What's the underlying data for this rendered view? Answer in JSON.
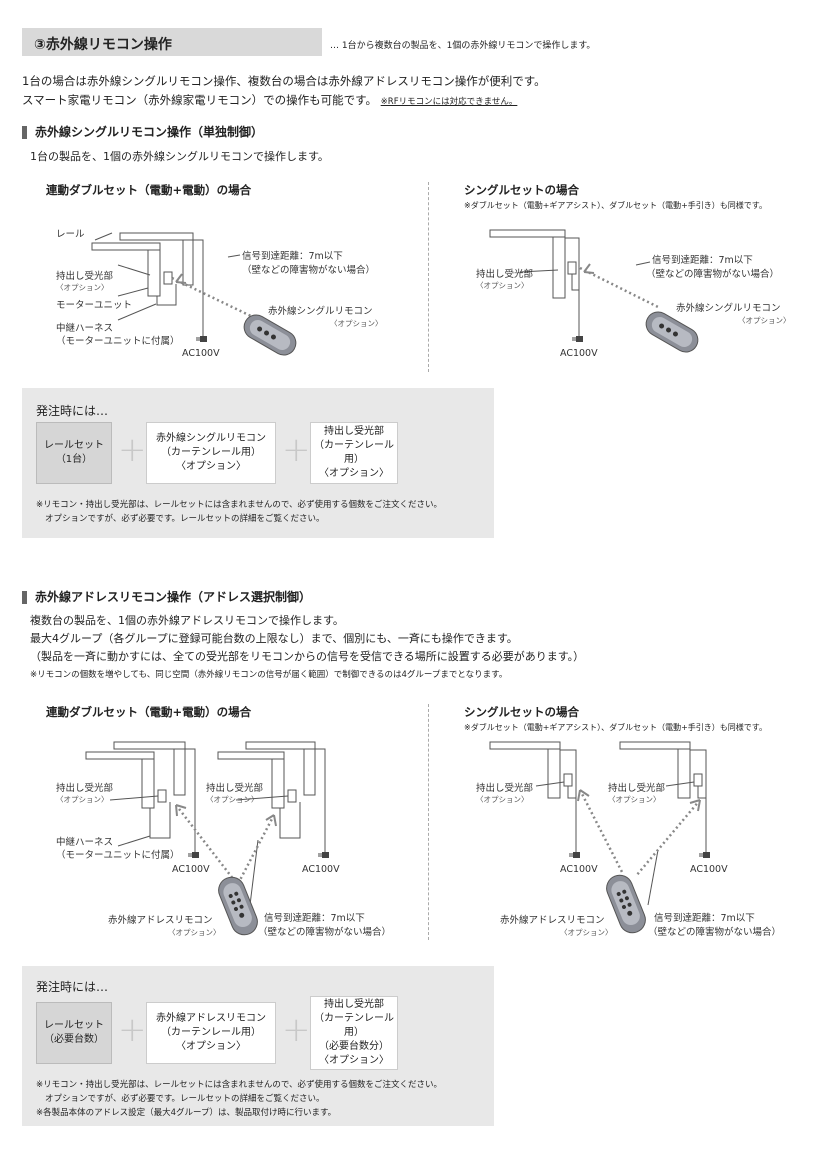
{
  "header": {
    "title": "③赤外線リモコン操作",
    "note": "… 1台から複数台の製品を、1個の赤外線リモコンで操作します。"
  },
  "intro": {
    "line1": "1台の場合は赤外線シングルリモコン操作、複数台の場合は赤外線アドレスリモコン操作が便利です。",
    "line2": "スマート家電リモコン（赤外線家電リモコン）での操作も可能です。",
    "line2_note": "※RFリモコンには対応できません。"
  },
  "single_section": {
    "title": "赤外線シングルリモコン操作（単独制御）",
    "desc": "1台の製品を、1個の赤外線シングルリモコンで操作します。",
    "left": {
      "title": "連動ダブルセット（電動+電動）の場合",
      "rail": "レール",
      "receiver": "持出し受光部",
      "receiver_opt": "〈オプション〉",
      "motor": "モーターユニット",
      "harness1": "中継ハーネス",
      "harness2": "（モーターユニットに付属）",
      "ac": "AC100V",
      "distance1": "信号到達距離：7m以下",
      "distance2": "（壁などの障害物がない場合）",
      "remote": "赤外線シングルリモコン",
      "remote_opt": "〈オプション〉"
    },
    "right": {
      "title": "シングルセットの場合",
      "note": "※ダブルセット（電動+ギアアシスト）、ダブルセット（電動+手引き）も同様です。",
      "receiver": "持出し受光部",
      "receiver_opt": "〈オプション〉",
      "ac": "AC100V",
      "distance1": "信号到達距離：7m以下",
      "distance2": "（壁などの障害物がない場合）",
      "remote": "赤外線シングルリモコン",
      "remote_opt": "〈オプション〉"
    },
    "order": {
      "title": "発注時には…",
      "box1_l1": "レールセット",
      "box1_l2": "（1台）",
      "box2_l1": "赤外線シングルリモコン",
      "box2_l2": "（カーテンレール用）",
      "box2_l3": "〈オプション〉",
      "box3_l1": "持出し受光部",
      "box3_l2": "（カーテンレール用）",
      "box3_l3": "〈オプション〉",
      "note1": "※リモコン・持出し受光部は、レールセットには含まれませんので、必ず使用する個数をご注文ください。",
      "note2": "オプションですが、必ず必要です。レールセットの詳細をご覧ください。"
    }
  },
  "address_section": {
    "title": "赤外線アドレスリモコン操作（アドレス選択制御）",
    "desc1": "複数台の製品を、1個の赤外線アドレスリモコンで操作します。",
    "desc2": "最大4グループ（各グループに登録可能台数の上限なし）まで、個別にも、一斉にも操作できます。",
    "desc3": "（製品を一斉に動かすには、全ての受光部をリモコンからの信号を受信できる場所に設置する必要があります。）",
    "desc_note": "※リモコンの個数を増やしても、同じ空間（赤外線リモコンの信号が届く範囲）で制御できるのは4グループまでとなります。",
    "left": {
      "title": "連動ダブルセット（電動+電動）の場合",
      "receiver": "持出し受光部",
      "receiver_opt": "〈オプション〉",
      "harness1": "中継ハーネス",
      "harness2": "（モーターユニットに付属）",
      "ac": "AC100V",
      "remote": "赤外線アドレスリモコン",
      "remote_opt": "〈オプション〉",
      "distance1": "信号到達距離：7m以下",
      "distance2": "（壁などの障害物がない場合）"
    },
    "right": {
      "title": "シングルセットの場合",
      "note": "※ダブルセット（電動+ギアアシスト）、ダブルセット（電動+手引き）も同様です。",
      "receiver": "持出し受光部",
      "receiver_opt": "〈オプション〉",
      "ac": "AC100V",
      "remote": "赤外線アドレスリモコン",
      "remote_opt": "〈オプション〉",
      "distance1": "信号到達距離：7m以下",
      "distance2": "（壁などの障害物がない場合）"
    },
    "order": {
      "title": "発注時には…",
      "box1_l1": "レールセット",
      "box1_l2": "（必要台数）",
      "box2_l1": "赤外線アドレスリモコン",
      "box2_l2": "（カーテンレール用）",
      "box2_l3": "〈オプション〉",
      "box3_l1": "持出し受光部",
      "box3_l2": "（カーテンレール用）",
      "box3_l3": "（必要台数分）",
      "box3_l4": "〈オプション〉",
      "note1": "※リモコン・持出し受光部は、レールセットには含まれませんので、必ず使用する個数をご注文ください。",
      "note2": "オプションですが、必ず必要です。レールセットの詳細をご覧ください。",
      "note3": "※各製品本体のアドレス設定（最大4グループ）は、製品取付け時に行います。"
    }
  },
  "plus_sign": "+"
}
